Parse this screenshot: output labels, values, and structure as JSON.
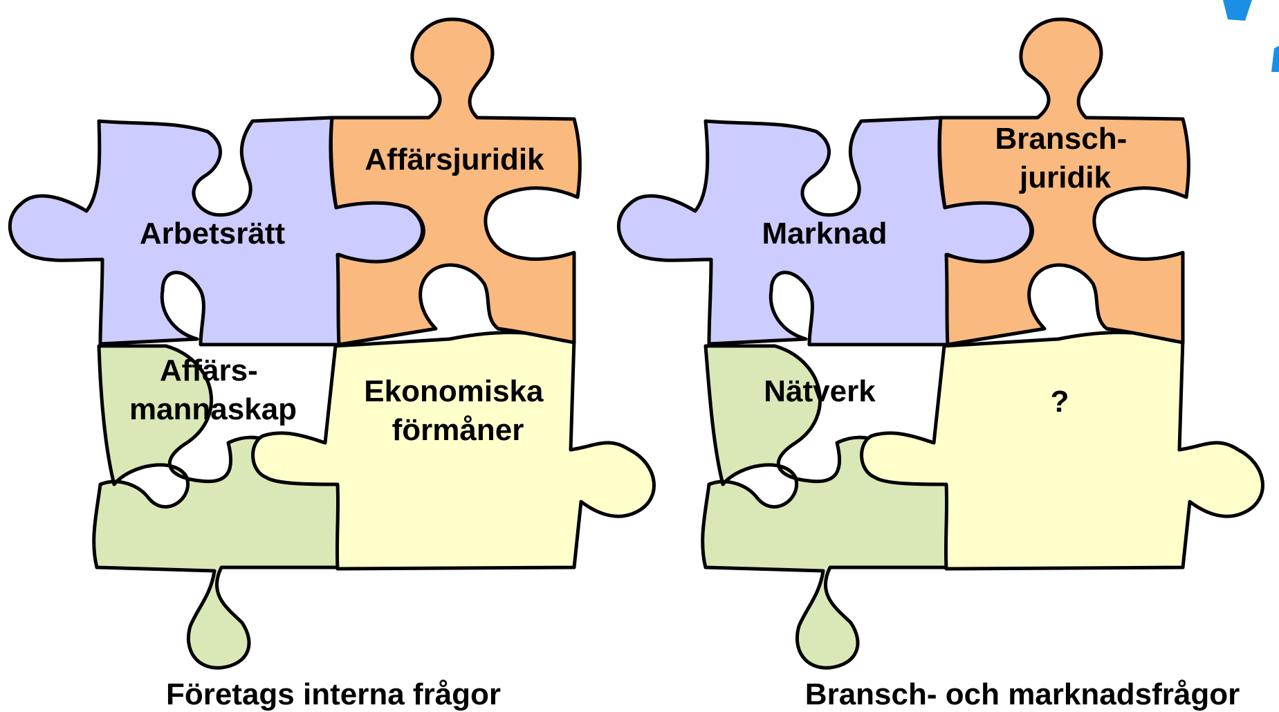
{
  "colors": {
    "purple": "#ccccff",
    "orange": "#f9b97f",
    "green": "#d9e8b6",
    "yellow": "#ffffcc",
    "outline": "#000000",
    "logo_blue": "#1a8fe6"
  },
  "left_puzzle": {
    "caption": "Företags interna frågor",
    "pieces": {
      "top_left": {
        "color": "purple",
        "lines": [
          "Arbetsrätt"
        ]
      },
      "top_right": {
        "color": "orange",
        "lines": [
          "Affärsjuridik"
        ]
      },
      "bottom_left": {
        "color": "green",
        "lines": [
          "Affärs-",
          "mannaskap"
        ]
      },
      "bottom_right": {
        "color": "yellow",
        "lines": [
          "Ekonomiska",
          "förmåner"
        ]
      }
    }
  },
  "right_puzzle": {
    "caption": "Bransch- och marknadsfrågor",
    "pieces": {
      "top_left": {
        "color": "purple",
        "lines": [
          "Marknad"
        ]
      },
      "top_right": {
        "color": "orange",
        "lines": [
          "Bransch-",
          "juridik"
        ]
      },
      "bottom_left": {
        "color": "green",
        "lines": [
          "Nätverk"
        ]
      },
      "bottom_right": {
        "color": "yellow",
        "lines": [
          "?"
        ]
      }
    }
  }
}
